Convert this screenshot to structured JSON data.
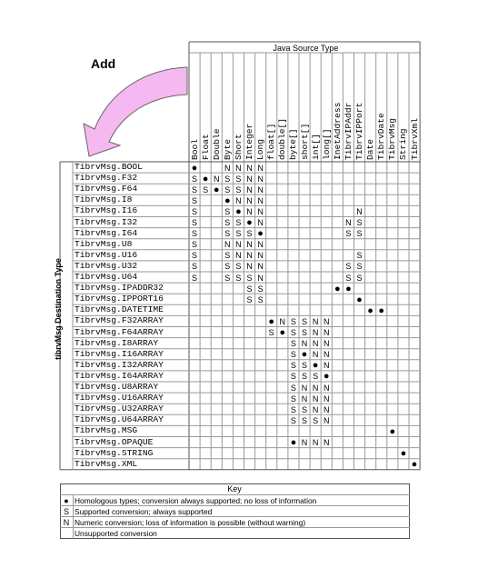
{
  "add_label": "Add",
  "java_source_type_title": "Java Source Type",
  "destination_type_label": "tibrvMsg Destination Type",
  "columns": [
    "Bool",
    "Float",
    "Double",
    "Byte",
    "Short",
    "Integer",
    "Long",
    "float[]",
    "double[]",
    "byte[]",
    "short[]",
    "int[]",
    "long[]",
    "InetAddress",
    "TibrvIPAddr",
    "TibrvIPPort",
    "Date",
    "TibrvDate",
    "TibrvMsg",
    "String",
    "TibrvXml"
  ],
  "rows": [
    {
      "label": "TibrvMsg.BOOL",
      "cells": {
        "0": "●",
        "3": "N",
        "4": "N",
        "5": "N",
        "6": "N"
      }
    },
    {
      "label": "TibrvMsg.F32",
      "cells": {
        "0": "S",
        "1": "●",
        "2": "N",
        "3": "S",
        "4": "S",
        "5": "N",
        "6": "N"
      }
    },
    {
      "label": "TibrvMsg.F64",
      "cells": {
        "0": "S",
        "1": "S",
        "2": "●",
        "3": "S",
        "4": "S",
        "5": "N",
        "6": "N"
      }
    },
    {
      "label": "TibrvMsg.I8",
      "cells": {
        "0": "S",
        "3": "●",
        "4": "N",
        "5": "N",
        "6": "N"
      }
    },
    {
      "label": "TibrvMsg.I16",
      "cells": {
        "0": "S",
        "3": "S",
        "4": "●",
        "5": "N",
        "6": "N",
        "15": "N"
      }
    },
    {
      "label": "TibrvMsg.I32",
      "cells": {
        "0": "S",
        "3": "S",
        "4": "S",
        "5": "●",
        "6": "N",
        "14": "N",
        "15": "S"
      }
    },
    {
      "label": "TibrvMsg.I64",
      "cells": {
        "0": "S",
        "3": "S",
        "4": "S",
        "5": "S",
        "6": "●",
        "14": "S",
        "15": "S"
      }
    },
    {
      "label": "TibrvMsg.U8",
      "cells": {
        "0": "S",
        "3": "N",
        "4": "N",
        "5": "N",
        "6": "N"
      }
    },
    {
      "label": "TibrvMsg.U16",
      "cells": {
        "0": "S",
        "3": "S",
        "4": "N",
        "5": "N",
        "6": "N",
        "15": "S"
      }
    },
    {
      "label": "TibrvMsg.U32",
      "cells": {
        "0": "S",
        "3": "S",
        "4": "S",
        "5": "N",
        "6": "N",
        "14": "S",
        "15": "S"
      }
    },
    {
      "label": "TibrvMsg.U64",
      "cells": {
        "0": "S",
        "3": "S",
        "4": "S",
        "5": "S",
        "6": "N",
        "14": "S",
        "15": "S"
      }
    },
    {
      "label": "TibrvMsg.IPADDR32",
      "cells": {
        "5": "S",
        "6": "S",
        "13": "●",
        "14": "●"
      }
    },
    {
      "label": "TibrvMsg.IPPORT16",
      "cells": {
        "5": "S",
        "6": "S",
        "15": "●"
      }
    },
    {
      "label": "TibrvMsg.DATETIME",
      "cells": {
        "16": "●",
        "17": "●"
      }
    },
    {
      "label": "TibrvMsg.F32ARRAY",
      "cells": {
        "7": "●",
        "8": "N",
        "9": "S",
        "10": "S",
        "11": "N",
        "12": "N"
      }
    },
    {
      "label": "TibrvMsg.F64ARRAY",
      "cells": {
        "7": "S",
        "8": "●",
        "9": "S",
        "10": "S",
        "11": "N",
        "12": "N"
      }
    },
    {
      "label": "TibrvMsg.I8ARRAY",
      "cells": {
        "9": "S",
        "10": "N",
        "11": "N",
        "12": "N"
      }
    },
    {
      "label": "TibrvMsg.I16ARRAY",
      "cells": {
        "9": "S",
        "10": "●",
        "11": "N",
        "12": "N"
      }
    },
    {
      "label": "TibrvMsg.I32ARRAY",
      "cells": {
        "9": "S",
        "10": "S",
        "11": "●",
        "12": "N"
      }
    },
    {
      "label": "TibrvMsg.I64ARRAY",
      "cells": {
        "9": "S",
        "10": "S",
        "11": "S",
        "12": "●"
      }
    },
    {
      "label": "TibrvMsg.U8ARRAY",
      "cells": {
        "9": "S",
        "10": "N",
        "11": "N",
        "12": "N"
      }
    },
    {
      "label": "TibrvMsg.U16ARRAY",
      "cells": {
        "9": "S",
        "10": "N",
        "11": "N",
        "12": "N"
      }
    },
    {
      "label": "TibrvMsg.U32ARRAY",
      "cells": {
        "9": "S",
        "10": "S",
        "11": "N",
        "12": "N"
      }
    },
    {
      "label": "TibrvMsg.U64ARRAY",
      "cells": {
        "9": "S",
        "10": "S",
        "11": "S",
        "12": "N"
      }
    },
    {
      "label": "TibrvMsg.MSG",
      "cells": {
        "18": "●"
      }
    },
    {
      "label": "TibrvMsg.OPAQUE",
      "cells": {
        "9": "●",
        "10": "N",
        "11": "N",
        "12": "N"
      }
    },
    {
      "label": "TibrvMsg.STRING",
      "cells": {
        "19": "●"
      }
    },
    {
      "label": "TibrvMsg.XML",
      "cells": {
        "20": "●"
      }
    }
  ],
  "key": {
    "title": "Key",
    "entries": [
      {
        "symbol": "●",
        "text": "Homologous types; conversion always supported; no loss of information"
      },
      {
        "symbol": "S",
        "text": "Supported conversion; always supported"
      },
      {
        "symbol": "N",
        "text": "Numeric conversion; loss of information is possible (without warning)"
      },
      {
        "symbol": "",
        "text": "Unsupported conversion"
      }
    ]
  },
  "colors": {
    "arrow_fill": "#f5b8f0",
    "grid_line": "#9a9a9a",
    "border": "#555555"
  }
}
